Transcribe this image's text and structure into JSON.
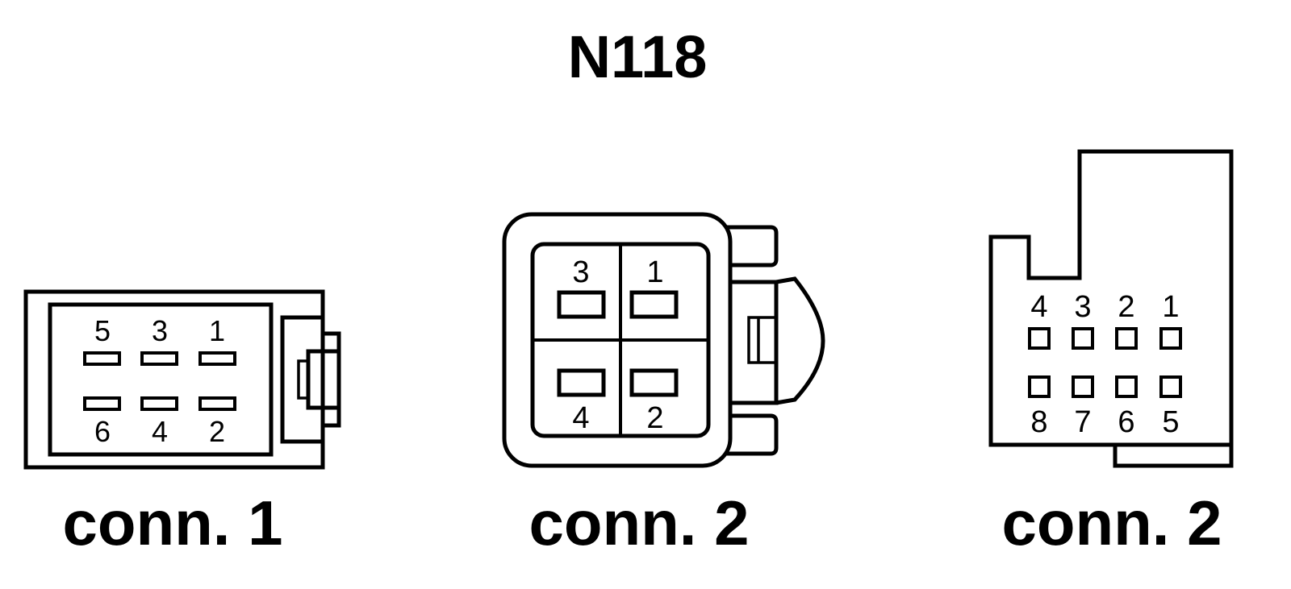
{
  "title": "N118",
  "colors": {
    "stroke": "#000000",
    "background": "#ffffff"
  },
  "connectors": [
    {
      "id": "conn1",
      "caption": "conn. 1",
      "pins_top": [
        "5",
        "3",
        "1"
      ],
      "pins_bottom": [
        "6",
        "4",
        "2"
      ]
    },
    {
      "id": "conn2a",
      "caption": "conn. 2",
      "pins_top": [
        "3",
        "1"
      ],
      "pins_bottom": [
        "4",
        "2"
      ]
    },
    {
      "id": "conn2b",
      "caption": "conn. 2",
      "pins_top": [
        "4",
        "3",
        "2",
        "1"
      ],
      "pins_bottom": [
        "8",
        "7",
        "6",
        "5"
      ]
    }
  ]
}
